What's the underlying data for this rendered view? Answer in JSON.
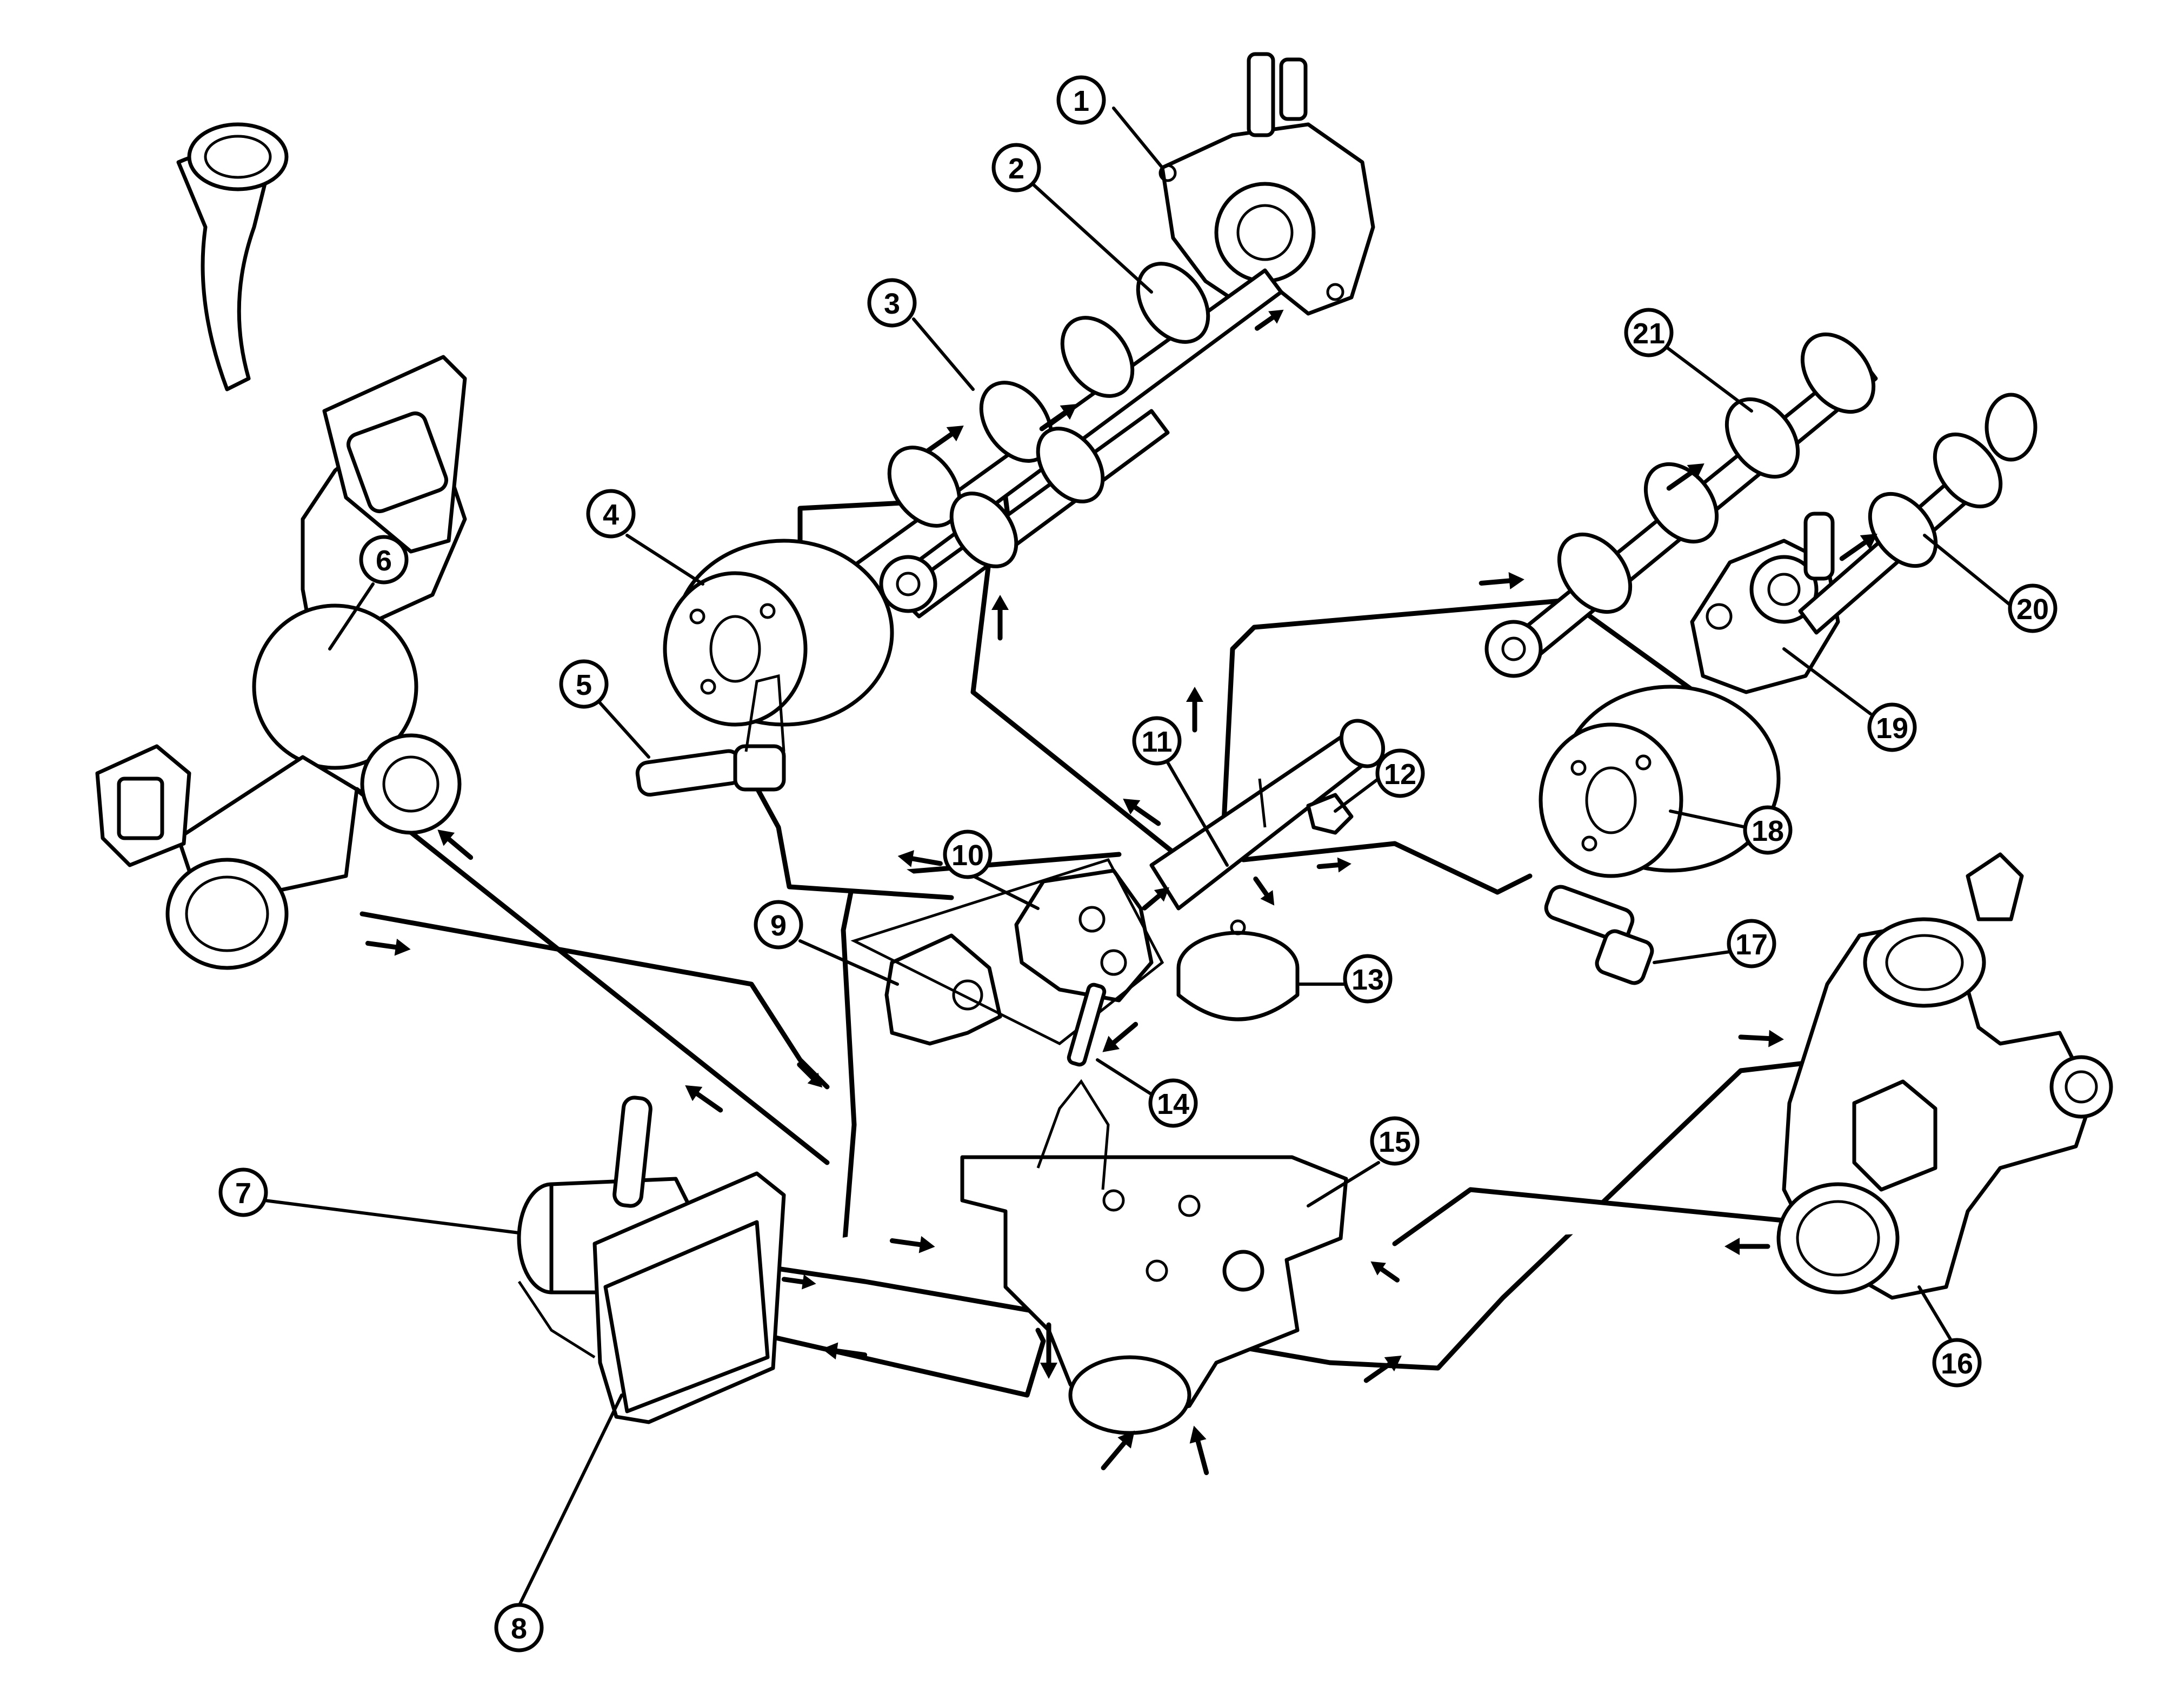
{
  "callouts": [
    {
      "id": 1,
      "label": "1"
    },
    {
      "id": 2,
      "label": "2"
    },
    {
      "id": 3,
      "label": "3"
    },
    {
      "id": 4,
      "label": "4"
    },
    {
      "id": 5,
      "label": "5"
    },
    {
      "id": 6,
      "label": "6"
    },
    {
      "id": 7,
      "label": "7"
    },
    {
      "id": 8,
      "label": "8"
    },
    {
      "id": 9,
      "label": "9"
    },
    {
      "id": 10,
      "label": "10"
    },
    {
      "id": 11,
      "label": "11"
    },
    {
      "id": 12,
      "label": "12"
    },
    {
      "id": 13,
      "label": "13"
    },
    {
      "id": 14,
      "label": "14"
    },
    {
      "id": 15,
      "label": "15"
    },
    {
      "id": 16,
      "label": "16"
    },
    {
      "id": 17,
      "label": "17"
    },
    {
      "id": 18,
      "label": "18"
    },
    {
      "id": 19,
      "label": "19"
    },
    {
      "id": 20,
      "label": "20"
    },
    {
      "id": 21,
      "label": "21"
    }
  ],
  "colors": {
    "ink": "#000000",
    "paper": "#ffffff"
  }
}
